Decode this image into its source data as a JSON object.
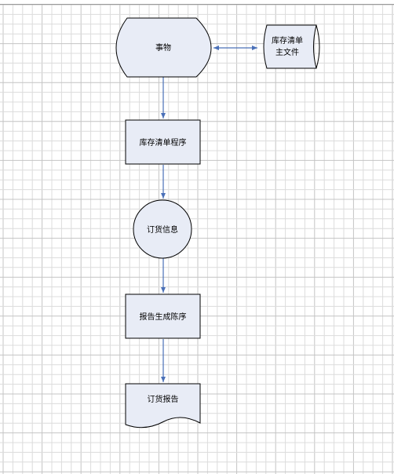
{
  "diagram": {
    "type": "flowchart",
    "nodes": [
      {
        "id": "transaction",
        "label": "事物",
        "shape": "display"
      },
      {
        "id": "inventory-master-file",
        "label_lines": [
          "库存清单",
          "主文件"
        ],
        "shape": "stored-data"
      },
      {
        "id": "inventory-program",
        "label": "库存清单程序",
        "shape": "process"
      },
      {
        "id": "order-info",
        "label": "订货信息",
        "shape": "connector"
      },
      {
        "id": "report-program",
        "label": "报告生成陈序",
        "shape": "process"
      },
      {
        "id": "order-report",
        "label": "订货报告",
        "shape": "document"
      }
    ],
    "edges": [
      {
        "from": "transaction",
        "to": "inventory-master-file",
        "direction": "both"
      },
      {
        "from": "transaction",
        "to": "inventory-program",
        "direction": "forward"
      },
      {
        "from": "inventory-program",
        "to": "order-info",
        "direction": "forward"
      },
      {
        "from": "order-info",
        "to": "report-program",
        "direction": "forward"
      },
      {
        "from": "report-program",
        "to": "order-report",
        "direction": "forward"
      }
    ]
  },
  "colors": {
    "node_fill": "#e8ecf6",
    "node_stroke": "#000000",
    "edge": "#4a70b8",
    "grid_minor": "#dcdcdc",
    "grid_major": "#c4c4c4",
    "background": "#ffffff"
  }
}
